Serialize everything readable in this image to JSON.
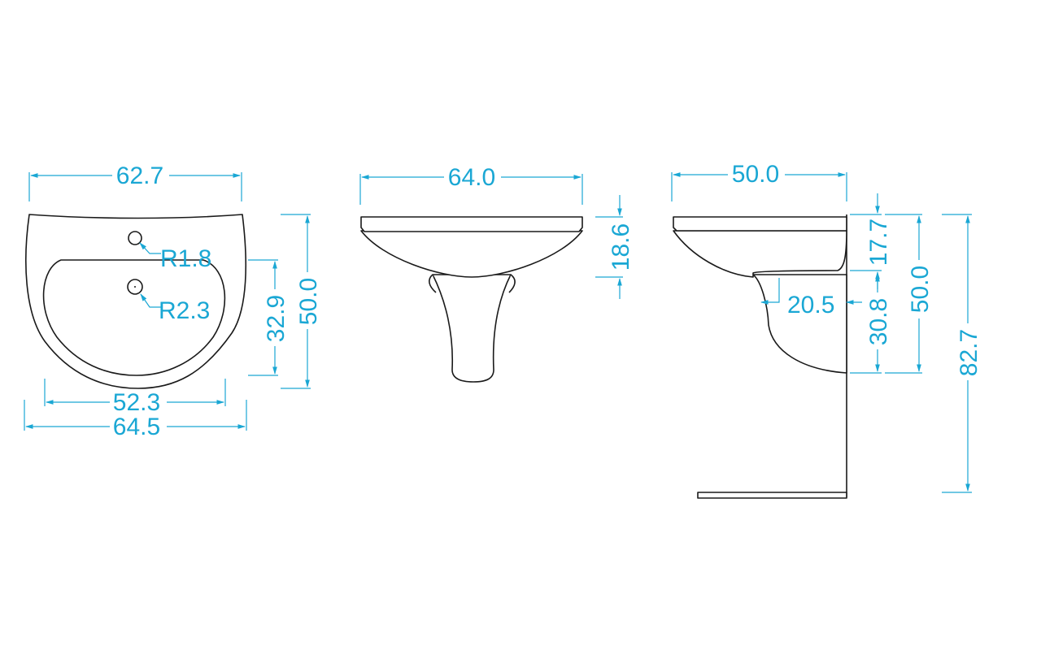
{
  "colors": {
    "dimension": "#1aa7d4",
    "outline": "#1a1a1a",
    "background": "#ffffff"
  },
  "top_view": {
    "width_top": "62.7",
    "width_inner": "52.3",
    "width_overall": "64.5",
    "depth_total": "50.0",
    "depth_bowl": "32.9",
    "radius_tap_hole": "R1.8",
    "radius_drain": "R2.3"
  },
  "front_view": {
    "width": "64.0",
    "basin_height": "18.6"
  },
  "side_view": {
    "depth": "50.0",
    "rim_height": "17.7",
    "bowl_height": "50.0",
    "pedestal_offset": "20.5",
    "pedestal_height": "30.8",
    "mount_height": "82.7"
  }
}
